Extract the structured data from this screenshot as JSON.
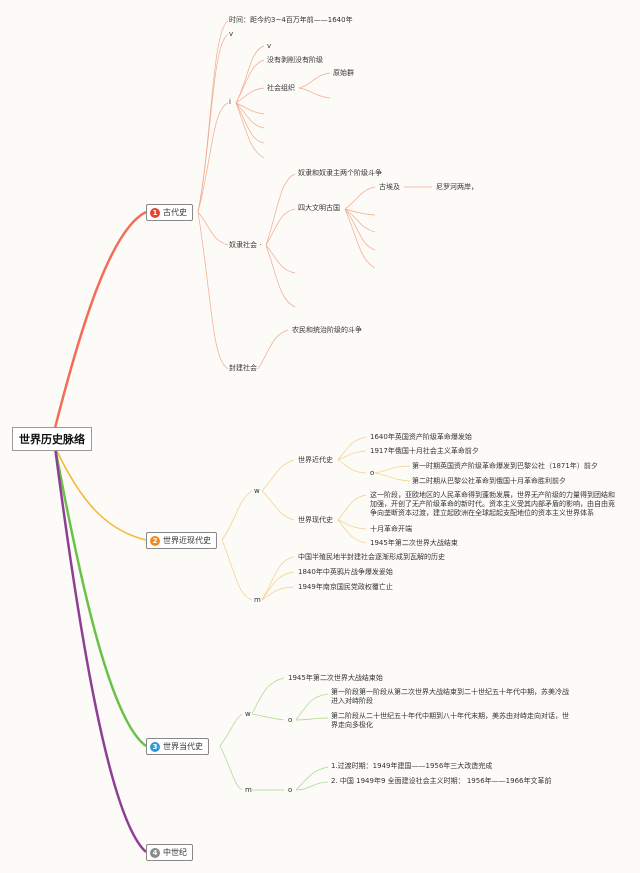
{
  "root": {
    "label": "世界历史脉络"
  },
  "colors": {
    "b1": "#f36c57",
    "b2": "#f5b93c",
    "b3": "#6cc04a",
    "b4": "#8e3e94",
    "root_border": "#999999"
  },
  "branches": [
    {
      "num": "1",
      "label": "古代史",
      "color": "#e8432f"
    },
    {
      "num": "2",
      "label": "世界近现代史",
      "color": "#f08a1a"
    },
    {
      "num": "3",
      "label": "世界当代史",
      "color": "#2d9ad6"
    },
    {
      "num": "4",
      "label": "中世纪",
      "color": "#8a8a8a"
    }
  ],
  "ancient": {
    "time": "时间：距今约3~4百万年前——1640年",
    "v1": "v",
    "i": "i",
    "v2": "v",
    "no_class": "没有剥削没有阶级",
    "social_org": "社会组织",
    "primitive": "原始群",
    "slave": "奴隶社会 ·",
    "slave_struggle": "奴隶和奴隶主两个阶级斗争",
    "four_civ": "四大文明古国",
    "egypt": "古埃及",
    "nile": "尼罗河两岸，",
    "feudal": "封建社会",
    "peasant": "农民和统治阶级的斗争"
  },
  "modern": {
    "w": "w",
    "m": "m",
    "near": "世界近代史",
    "e1640": "1640年英国资产阶级革命爆发始",
    "e1917": "1917年俄国十月社会主义革命前夕",
    "o": "o",
    "p1": "第一时期英国资产阶级革命爆发到巴黎公社（1871年）前夕",
    "p2": "第二时期从巴黎公社革命到俄国十月革命胜利前夕",
    "contemporary": "世界现代史",
    "para": "这一阶段，亚欧地区的人民革命得到蓬勃发展，世界无产阶级的力量得到团结和加强，开创了无产阶级革命的新时代。资本主义受其内部矛盾的影响，由自由竞争向垄断资本过渡，建立起欧洲在全球起起支配地位的资本主义世界体系",
    "october": "十月革命开端",
    "ww2": "1945年第二次世界大战结束",
    "china1": "中国半殖民地半封建社会逐渐形成到瓦解的历史",
    "china2": "1840年中英鸦片战争爆发爰始",
    "china3": "1949年南京国民党政权覆亡止"
  },
  "current": {
    "w": "w",
    "m": "m",
    "o1": "o",
    "o2": "o",
    "e1945": "1945年第二次世界大战结束始",
    "s1": "第一阶段第一阶段从第二次世界大战结束到二十世纪五十年代中期，苏美冷战进入对峙阶段",
    "s2": "第二阶段从二十世纪五十年代中期到八十年代末期，美苏由对峙走向对话，世界走向多极化",
    "c1": "1.过渡时期：1949年建国——1956年三大改造完成",
    "c2": "2. 中国 1949年9 全面建设社会主义时期： 1956年——1966年文革前"
  }
}
